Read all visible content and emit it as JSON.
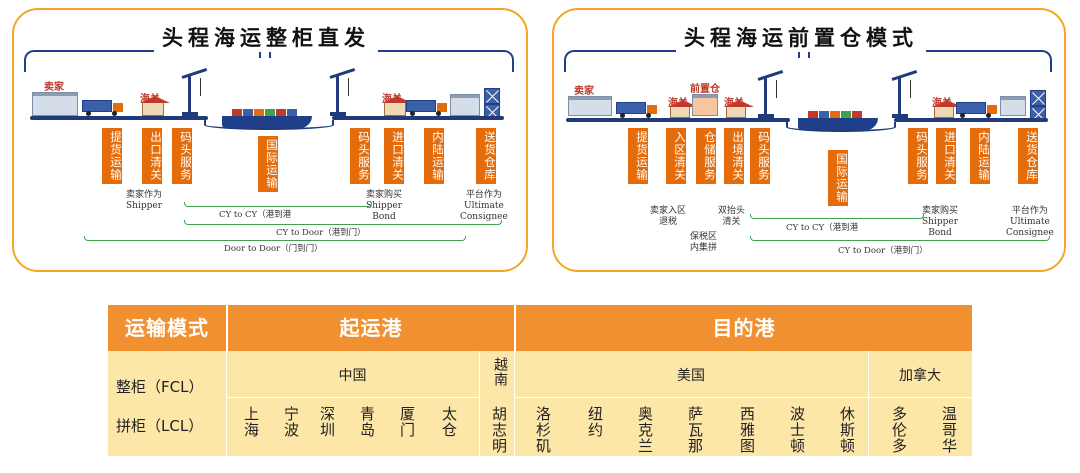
{
  "left_panel": {
    "title": "头程海运整柜直发",
    "seller": "卖家",
    "customs_1": "海关",
    "customs_2": "海关",
    "steps": [
      "提货运输",
      "出口清关",
      "码头服务",
      "国际运输",
      "码头服务",
      "进口清关",
      "内陆运输",
      "送货仓库"
    ],
    "notes": {
      "seller_shipper": "卖家作为\nShipper",
      "buyer_bond": "卖家购买\nShipper\nBond",
      "platform": "平台作为\nUltimate\nConsignee"
    },
    "ranges": {
      "cy_to_cy": "CY to CY（港到港",
      "cy_to_door": "CY to Door（港到门）",
      "door_to_door": "Door to Door（门到门）"
    }
  },
  "right_panel": {
    "title": "头程海运前置仓模式",
    "seller": "卖家",
    "pre_warehouse": "前置仓",
    "customs_1": "海关",
    "customs_2": "海关",
    "customs_3": "海关",
    "steps": [
      "提货运输",
      "入区清关",
      "仓储服务",
      "出境清关",
      "码头服务",
      "国际运输",
      "码头服务",
      "进口清关",
      "内陆运输",
      "送货仓库"
    ],
    "notes": {
      "seller_tax": "卖家入区\n退税",
      "bonded": "保税区\n内集拼",
      "double_head": "双抬头\n清关",
      "buyer_bond": "卖家购买\nShipper\nBond",
      "platform": "平台作为\nUltimate\nConsignee"
    },
    "ranges": {
      "cy_to_cy": "CY to CY（港到港",
      "cy_to_door": "CY to Door（港到门）"
    }
  },
  "table": {
    "header": {
      "mode": "运输模式",
      "origin": "起运港",
      "destination": "目的港"
    },
    "row_fcl": "整柜（FCL）",
    "row_lcl": "拼柜（LCL）",
    "countries": {
      "china": "中国",
      "vietnam": "越南",
      "usa": "美国",
      "canada": "加拿大"
    },
    "china_ports": [
      "上海",
      "宁波",
      "深圳",
      "青岛",
      "厦门",
      "太仓"
    ],
    "vietnam_port": "胡志明",
    "usa_ports": [
      "洛杉矶",
      "纽约",
      "奥克兰",
      "萨瓦那",
      "西雅图",
      "波士顿",
      "休斯顿"
    ],
    "canada_ports": [
      "多伦多",
      "温哥华"
    ]
  },
  "colors": {
    "accent_orange": "#e46c0a",
    "panel_border": "#f5a623",
    "header_orange": "#f09030",
    "table_body": "#fce7a8",
    "navy": "#1f3f8a",
    "range_green": "#3fa34d"
  }
}
